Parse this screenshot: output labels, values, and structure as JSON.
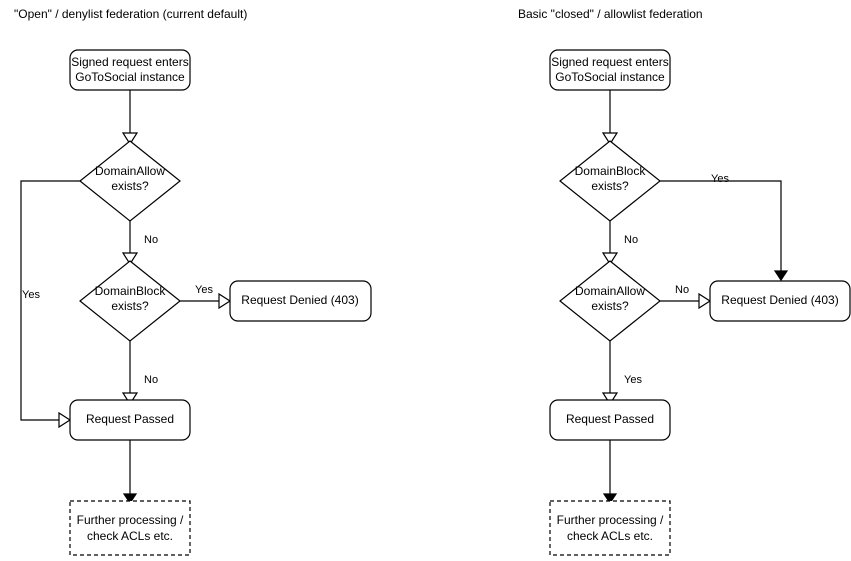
{
  "diagram": {
    "background_color": "#ffffff",
    "stroke_color": "#000000",
    "text_color": "#000000",
    "panels": [
      {
        "id": "open-denylist",
        "title": "\"Open\" / denylist federation (current default)",
        "nodes": {
          "start_line1": "Signed request enters",
          "start_line2": "GoToSocial instance",
          "decision_allow_line1": "DomainAllow",
          "decision_allow_line2": "exists?",
          "decision_block_line1": "DomainBlock",
          "decision_block_line2": "exists?",
          "denied": "Request Denied (403)",
          "passed": "Request Passed",
          "further_line1": "Further processing /",
          "further_line2": "check ACLs etc."
        },
        "edge_labels": {
          "allow_yes": "Yes",
          "allow_no": "No",
          "block_yes": "Yes",
          "block_no": "No"
        }
      },
      {
        "id": "closed-allowlist",
        "title": "Basic \"closed\" / allowlist federation",
        "nodes": {
          "start_line1": "Signed request enters",
          "start_line2": "GoToSocial instance",
          "decision_block_line1": "DomainBlock",
          "decision_block_line2": "exists?",
          "decision_allow_line1": "DomainAllow",
          "decision_allow_line2": "exists?",
          "denied": "Request Denied (403)",
          "passed": "Request Passed",
          "further_line1": "Further processing /",
          "further_line2": "check ACLs etc."
        },
        "edge_labels": {
          "block_yes": "Yes",
          "block_no": "No",
          "allow_no": "No",
          "allow_yes": "Yes"
        }
      }
    ]
  }
}
